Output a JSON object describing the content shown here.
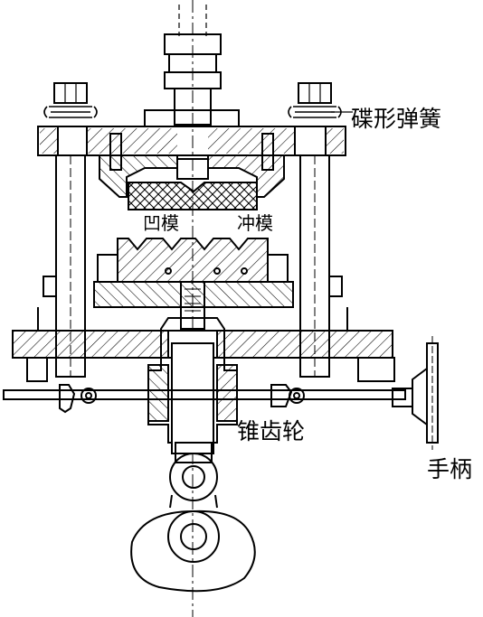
{
  "labels": {
    "disc_spring": "碟形弹簧",
    "female_die": "凹模",
    "punch": "冲模",
    "bevel_gear": "锥齿轮",
    "handle": "手柄"
  },
  "colors": {
    "line": "#000000",
    "background": "#ffffff"
  }
}
